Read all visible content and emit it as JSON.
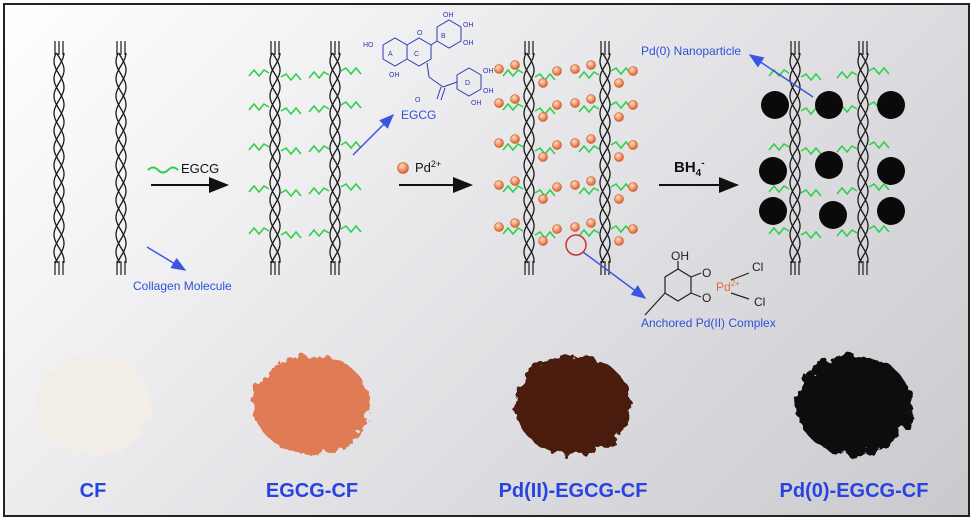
{
  "labels": {
    "collagen_molecule": "Collagen Molecule",
    "egcg_step": "EGCG",
    "egcg_structure": "EGCG",
    "pd2_step": "Pd",
    "pd2_charge": "2+",
    "bh4_step": "BH",
    "bh4_sub": "4",
    "bh4_charge": "-",
    "pd0_nanoparticle": "Pd(0) Nanoparticle",
    "anchored_complex": "Anchored Pd(II) Complex",
    "complex_oh": "OH",
    "complex_o1": "O",
    "complex_o2": "O",
    "complex_pd": "Pd",
    "complex_pd_charge": "2+",
    "complex_cl1": "Cl",
    "complex_cl2": "Cl",
    "egcg_oh": "OH",
    "egcg_ho": "HO",
    "egcg_ring_a": "A",
    "egcg_ring_b": "B",
    "egcg_ring_c": "C",
    "egcg_ring_d": "D",
    "egcg_o": "O"
  },
  "samples": [
    {
      "name": "CF",
      "color": "#f2ede6"
    },
    {
      "name": "EGCG-CF",
      "color": "#e07c55"
    },
    {
      "name": "Pd(II)-EGCG-CF",
      "color": "#4a1a0e"
    },
    {
      "name": "Pd(0)-EGCG-CF",
      "color": "#111111"
    }
  ],
  "colors": {
    "arrow_blue": "#3b55e0",
    "label_blue": "#2844e0",
    "egcg_green": "#2ed04a",
    "pd_ion": "#f08a58",
    "pd_nanoparticle": "#0a0a0a",
    "highlight_red": "#d0312d"
  }
}
